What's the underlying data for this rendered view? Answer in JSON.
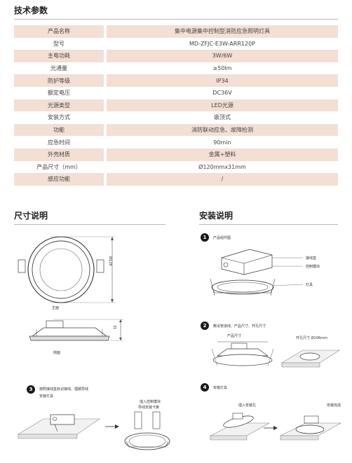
{
  "spec_title": "技术参数",
  "spec_rows": [
    {
      "label": "产品名称",
      "value": "集中电源集中控制型消防应急照明灯具"
    },
    {
      "label": "型号",
      "value": "MD-ZFJC-E3W-ARR120P"
    },
    {
      "label": "主电功耗",
      "value": "3W/6W"
    },
    {
      "label": "光通量",
      "value": "≥50lm"
    },
    {
      "label": "防护等级",
      "value": "IP34"
    },
    {
      "label": "额定电压",
      "value": "DC36V"
    },
    {
      "label": "光源类型",
      "value": "LED光源"
    },
    {
      "label": "安装方式",
      "value": "嵌顶式"
    },
    {
      "label": "功能",
      "value": "消防联动应急、故障检测"
    },
    {
      "label": "应急时间",
      "value": "90min"
    },
    {
      "label": "外壳材质",
      "value": "金属+塑料"
    },
    {
      "label": "产品尺寸（mm）",
      "value": "Ø120mmx31mm"
    },
    {
      "label": "感应功能",
      "value": "/"
    }
  ],
  "dimensions": {
    "title": "尺寸说明",
    "front_label": "正面",
    "side_label": "侧面",
    "diameter_label": "Ø128",
    "height_label": "31"
  },
  "install": {
    "title": "安装说明",
    "steps": [
      {
        "number": "1",
        "text": "产品组件图",
        "callouts": [
          "接线盒",
          "控制模块",
          "灯具"
        ]
      },
      {
        "number": "2",
        "text": "敷设管道线、产品尺寸、开孔尺寸",
        "size_label": "产品尺寸",
        "hole_label": "开孔尺寸  Ø106mm"
      },
      {
        "number": "3",
        "text": "按照接线盒标识接线、理顺导线",
        "text2": "安装灯具",
        "callout": "插入控制模块",
        "callout2": "导线安装卡簧"
      },
      {
        "number": "4",
        "text": "安装灯具",
        "callout": "插入安装孔",
        "callout2": "安装完成"
      }
    ]
  }
}
